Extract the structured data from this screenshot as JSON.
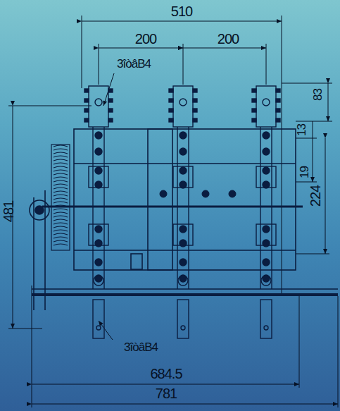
{
  "diagram": {
    "labels": [
      "510",
      "200",
      "200",
      "3îòâB4",
      "83",
      "13",
      "19",
      "224",
      "481",
      "3îòâB4",
      "684.5",
      "781"
    ]
  }
}
